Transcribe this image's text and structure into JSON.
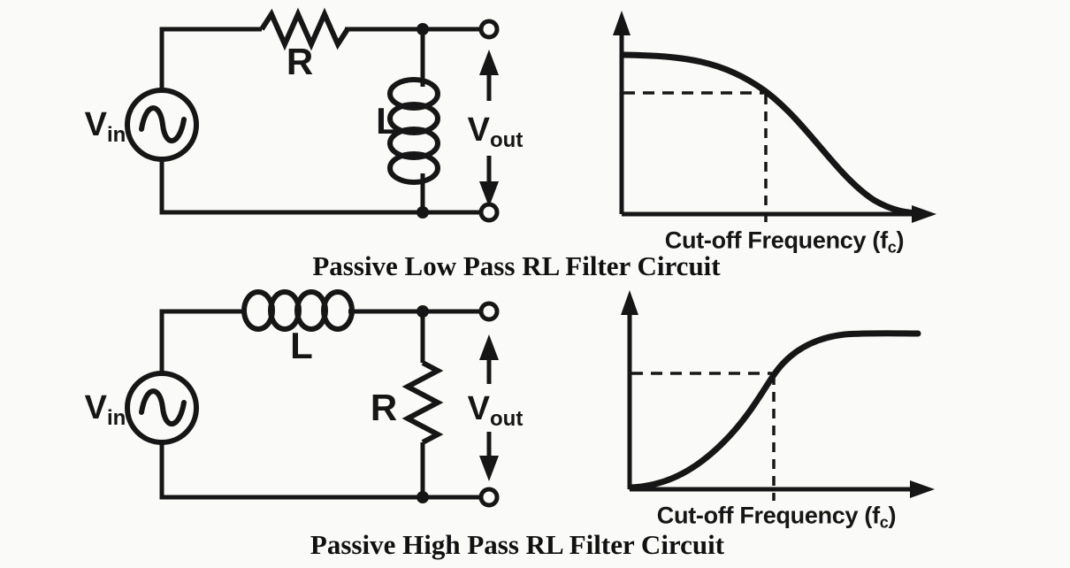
{
  "figure": {
    "colors": {
      "background": "#fafaf8",
      "ink": "#161616"
    },
    "low_pass": {
      "title": "Passive Low Pass RL Filter Circuit",
      "circuit": {
        "input_label": {
          "main": "V",
          "sub": "in"
        },
        "series_component_label": "R",
        "shunt_component_label": "L",
        "output_label": {
          "main": "V",
          "sub": "out"
        }
      },
      "graph": {
        "type": "line",
        "curve": "low-pass frequency response (flat passband, roll-off after cutoff)",
        "cutoff_label": {
          "prefix": "Cut-off Frequency (f",
          "sub": "c",
          "suffix": ")"
        }
      }
    },
    "high_pass": {
      "title": "Passive High Pass RL Filter Circuit",
      "circuit": {
        "input_label": {
          "main": "V",
          "sub": "in"
        },
        "series_component_label": "L",
        "shunt_component_label": "R",
        "output_label": {
          "main": "V",
          "sub": "out"
        }
      },
      "graph": {
        "type": "line",
        "curve": "high-pass frequency response (rise through cutoff to flat passband)",
        "cutoff_label": {
          "prefix": "Cut-off Frequency (f",
          "sub": "c",
          "suffix": ")"
        }
      }
    }
  }
}
